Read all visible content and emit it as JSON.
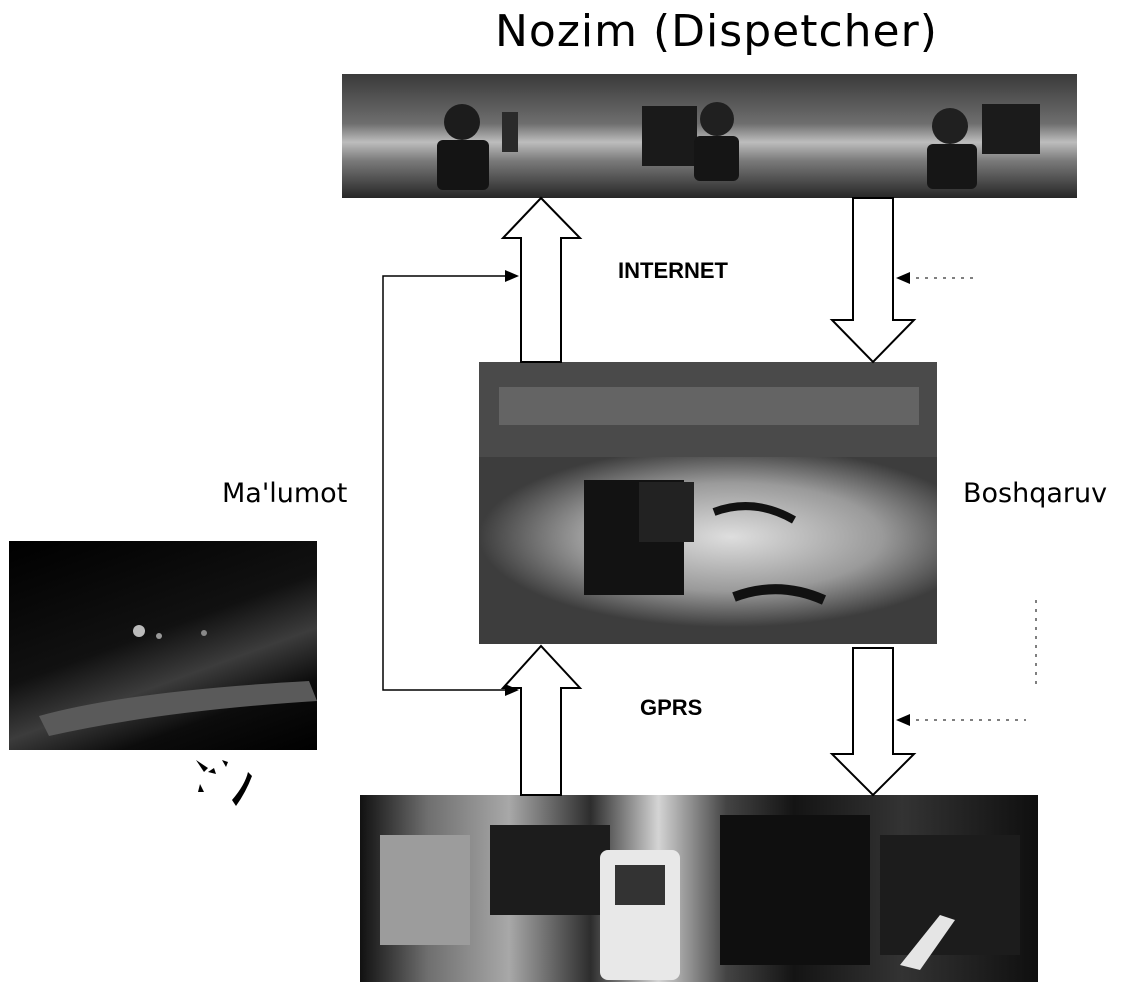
{
  "title": "Nozim  (Dispetcher)",
  "labels": {
    "internet": "INTERNET",
    "gprs": "GPRS",
    "data_flow": "Ma'lumot",
    "control_flow": "Boshqaruv"
  },
  "images": {
    "dispatch": "dispatchers-at-workstations-photo",
    "server": "communication-server-photo",
    "mine": "open-pit-mine-photo",
    "trucks": "mining-trucks-photo"
  },
  "colors": {
    "arrow_fill": "#ffffff",
    "stroke": "#000000"
  }
}
